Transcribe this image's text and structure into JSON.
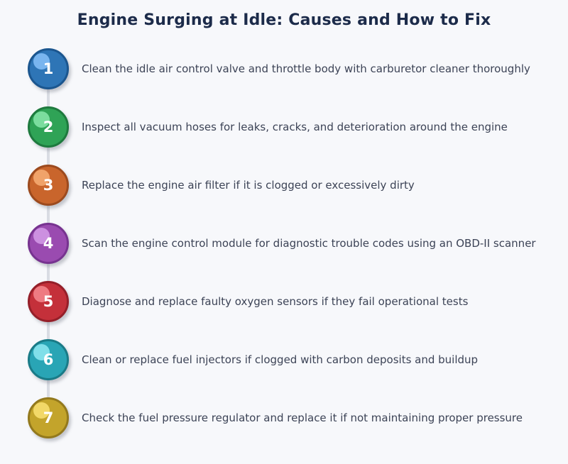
{
  "page": {
    "title": "Engine Surging at Idle: Causes and How to Fix",
    "background_color": "#f7f8fb",
    "title_color": "#1c2b4a",
    "connector_color": "#d9dce3",
    "text_color": "#3c4356"
  },
  "steps": [
    {
      "number": "1",
      "label": "Clean the idle air control valve and throttle body with carburetor cleaner thoroughly",
      "fill": "#2e75b6",
      "border": "#1b568f",
      "highlight": "#7db8f2"
    },
    {
      "number": "2",
      "label": "Inspect all vacuum hoses for leaks, cracks, and deterioration around the engine",
      "fill": "#2fa356",
      "border": "#1e7a3e",
      "highlight": "#7fe0a2"
    },
    {
      "number": "3",
      "label": "Replace the engine air filter if it is clogged or excessively dirty",
      "fill": "#c9652c",
      "border": "#9c4a1e",
      "highlight": "#f2a76e"
    },
    {
      "number": "4",
      "label": "Scan the engine control module for diagnostic trouble codes using an OBD-II scanner",
      "fill": "#9a4bb0",
      "border": "#773390",
      "highlight": "#cf94e3"
    },
    {
      "number": "5",
      "label": "Diagnose and replace faulty oxygen sensors if they fail operational tests",
      "fill": "#c4303a",
      "border": "#951f29",
      "highlight": "#f08086"
    },
    {
      "number": "6",
      "label": "Clean or replace fuel injectors if clogged with carbon deposits and buildup",
      "fill": "#29a5b5",
      "border": "#1a7b87",
      "highlight": "#85e1ec"
    },
    {
      "number": "7",
      "label": "Check the fuel pressure regulator and replace it if not maintaining proper pressure",
      "fill": "#c3a42b",
      "border": "#93791d",
      "highlight": "#f4db6b"
    }
  ]
}
